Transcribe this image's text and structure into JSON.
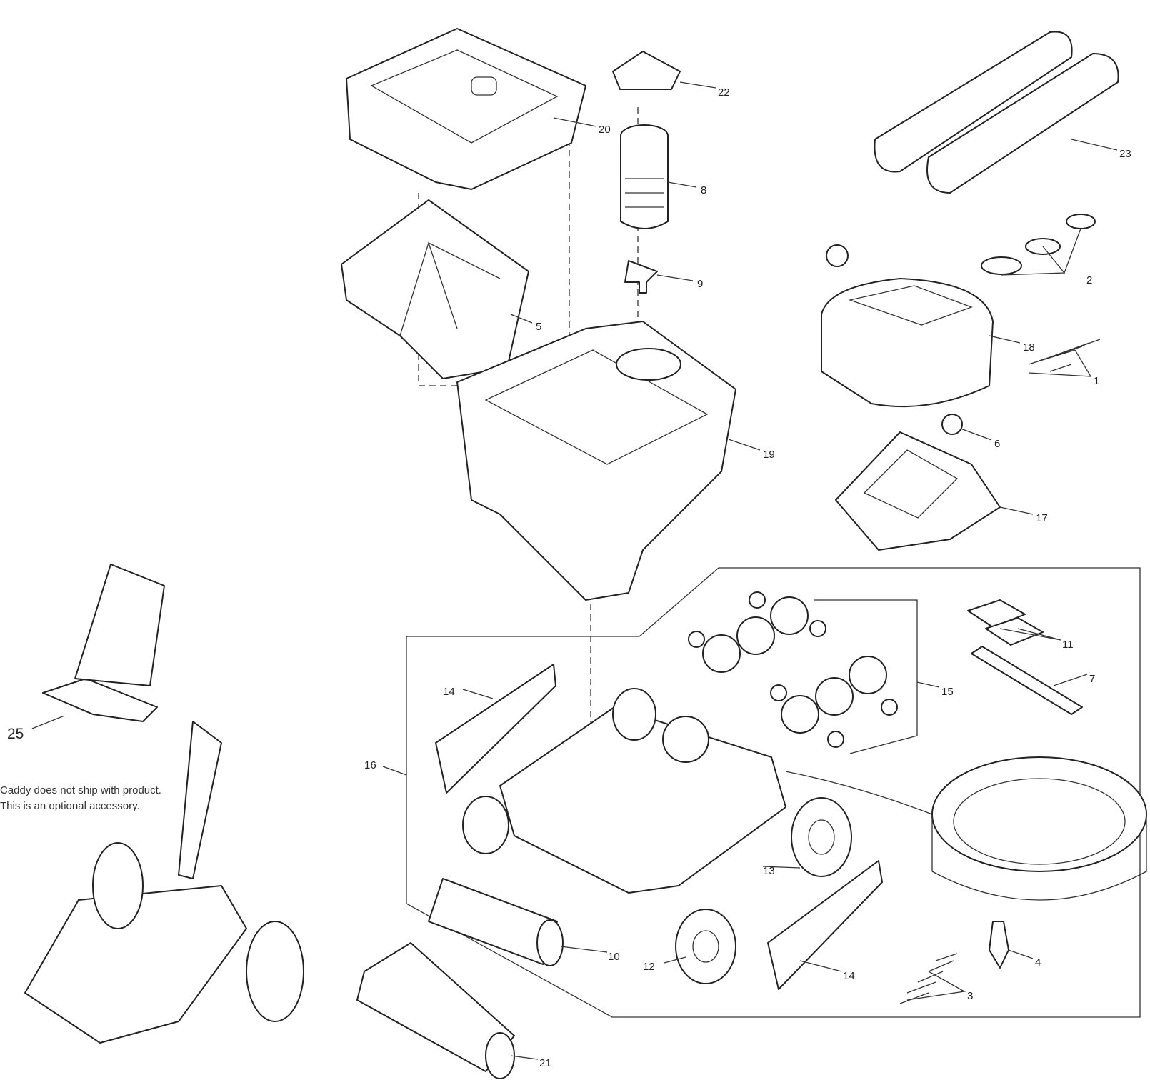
{
  "diagram": {
    "labels": {
      "l1": "1",
      "l2": "2",
      "l3": "3",
      "l4": "4",
      "l5": "5",
      "l6": "6",
      "l7": "7",
      "l8": "8",
      "l9": "9",
      "l10": "10",
      "l11": "11",
      "l12": "12",
      "l13": "13",
      "l14a": "14",
      "l14b": "14",
      "l15": "15",
      "l16": "16",
      "l17": "17",
      "l18": "18",
      "l19": "19",
      "l20": "20",
      "l21": "21",
      "l22": "22",
      "l23": "23",
      "l25": "25"
    },
    "note": {
      "line1": "Caddy does not ship with product.",
      "line2": "This is an optional accessory."
    }
  }
}
